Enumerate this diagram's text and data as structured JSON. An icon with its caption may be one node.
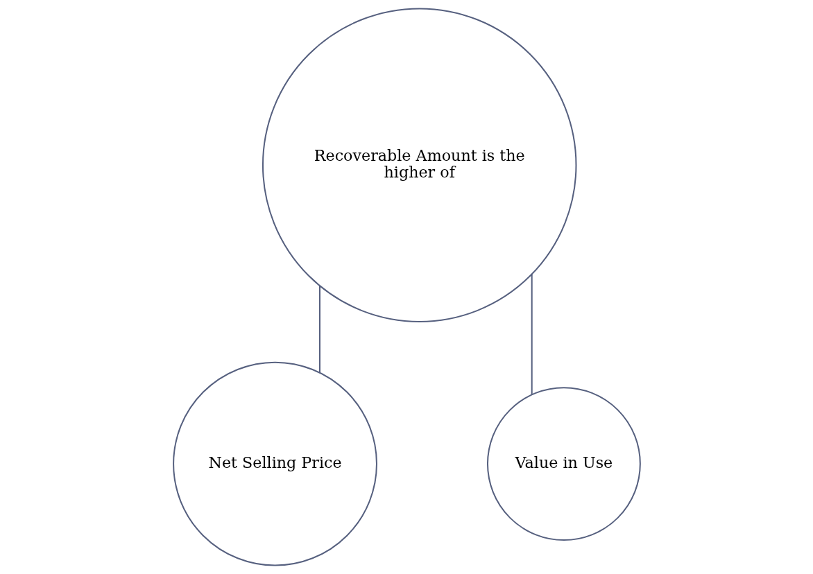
{
  "diagram": {
    "nodes": [
      {
        "text": [
          "Recoverable Amount is the higher of"
        ]
      },
      {
        "text": [
          "Net Selling Price"
        ]
      },
      {
        "text": [
          "Value in Use"
        ]
      }
    ],
    "edges": [
      {
        "from": 0,
        "to": 1,
        "arrow": "none"
      },
      {
        "from": 0,
        "to": 2,
        "arrow": "none"
      }
    ]
  }
}
